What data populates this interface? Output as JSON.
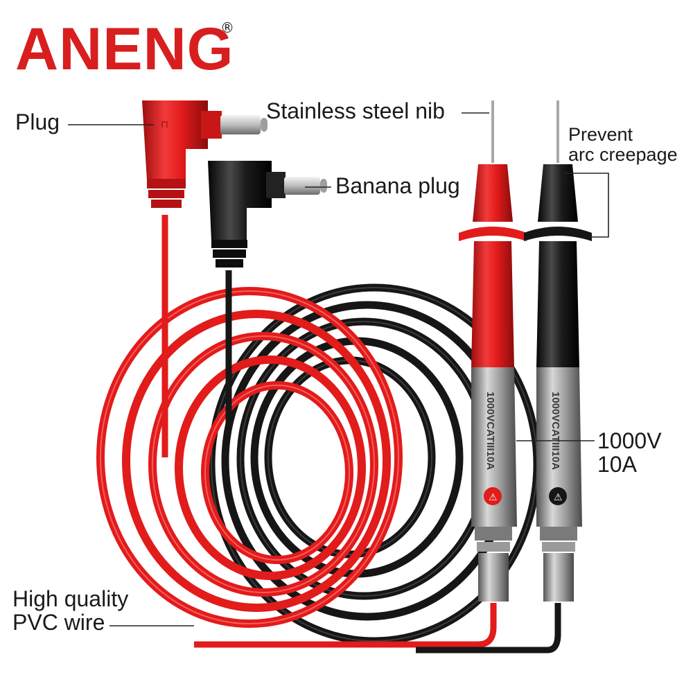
{
  "brand": {
    "name": "ANENG",
    "registered_mark": "®",
    "color": "#d81e1e"
  },
  "labels": {
    "plug": "Plug",
    "stainless_steel_nib": "Stainless steel nib",
    "banana_plug": "Banana plug",
    "prevent_arc_line1": "Prevent",
    "prevent_arc_line2": "arc creepage",
    "rating_line1": "1000V",
    "rating_line2": "10A",
    "pvc_line1": "High quality",
    "pvc_line2": "PVC wire"
  },
  "probe_marking": "1000VCATIII10A",
  "colors": {
    "red_lead": "#e21b1b",
    "black_lead": "#1b1b1b",
    "probe_metal": "#8c8c8c"
  }
}
